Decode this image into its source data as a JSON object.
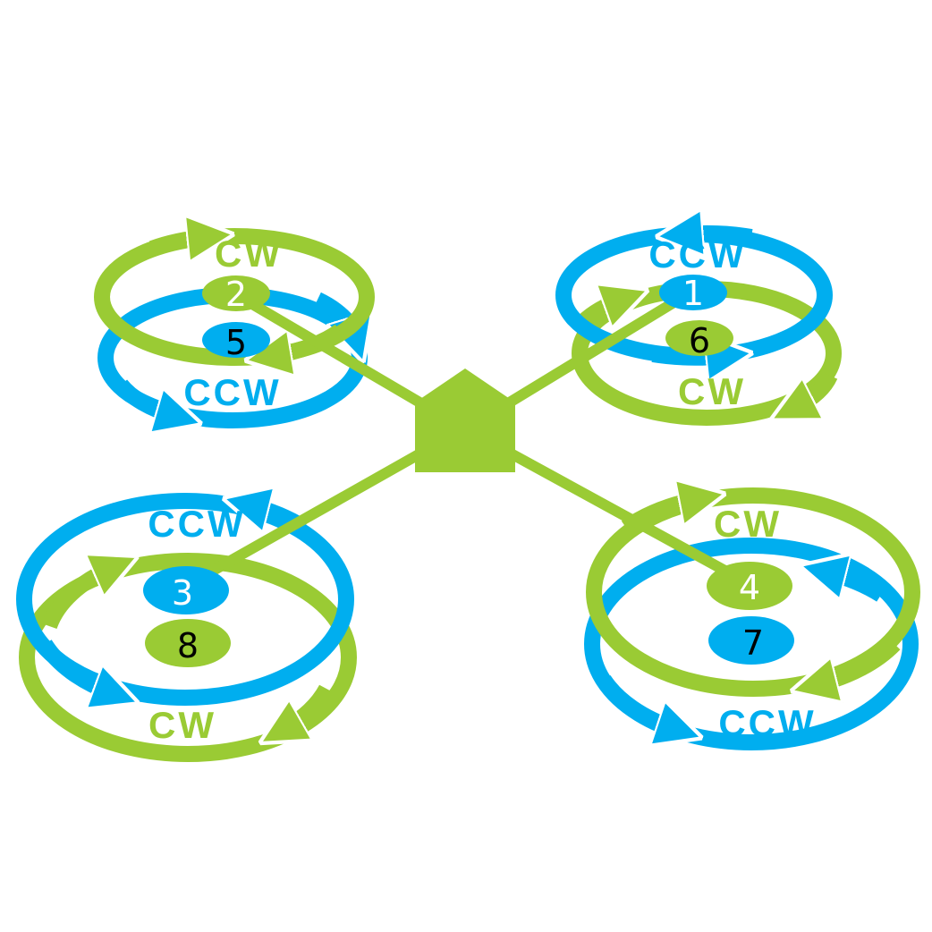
{
  "colors": {
    "green": "#9acb34",
    "blue": "#00aeef",
    "white": "#ffffff",
    "black": "#000000"
  },
  "motors": {
    "m1": {
      "number": "1",
      "color": "blue",
      "number_color": "white",
      "direction": "CCW"
    },
    "m2": {
      "number": "2",
      "color": "green",
      "number_color": "white",
      "direction": "CW"
    },
    "m3": {
      "number": "3",
      "color": "blue",
      "number_color": "white",
      "direction": "CCW"
    },
    "m4": {
      "number": "4",
      "color": "green",
      "number_color": "white",
      "direction": "CW"
    },
    "m5": {
      "number": "5",
      "color": "blue",
      "number_color": "black",
      "direction": "CCW"
    },
    "m6": {
      "number": "6",
      "color": "green",
      "number_color": "black",
      "direction": "CW"
    },
    "m7": {
      "number": "7",
      "color": "blue",
      "number_color": "black",
      "direction": "CCW"
    },
    "m8": {
      "number": "8",
      "color": "green",
      "number_color": "black",
      "direction": "CW"
    }
  },
  "body_icon": "house-body-icon"
}
